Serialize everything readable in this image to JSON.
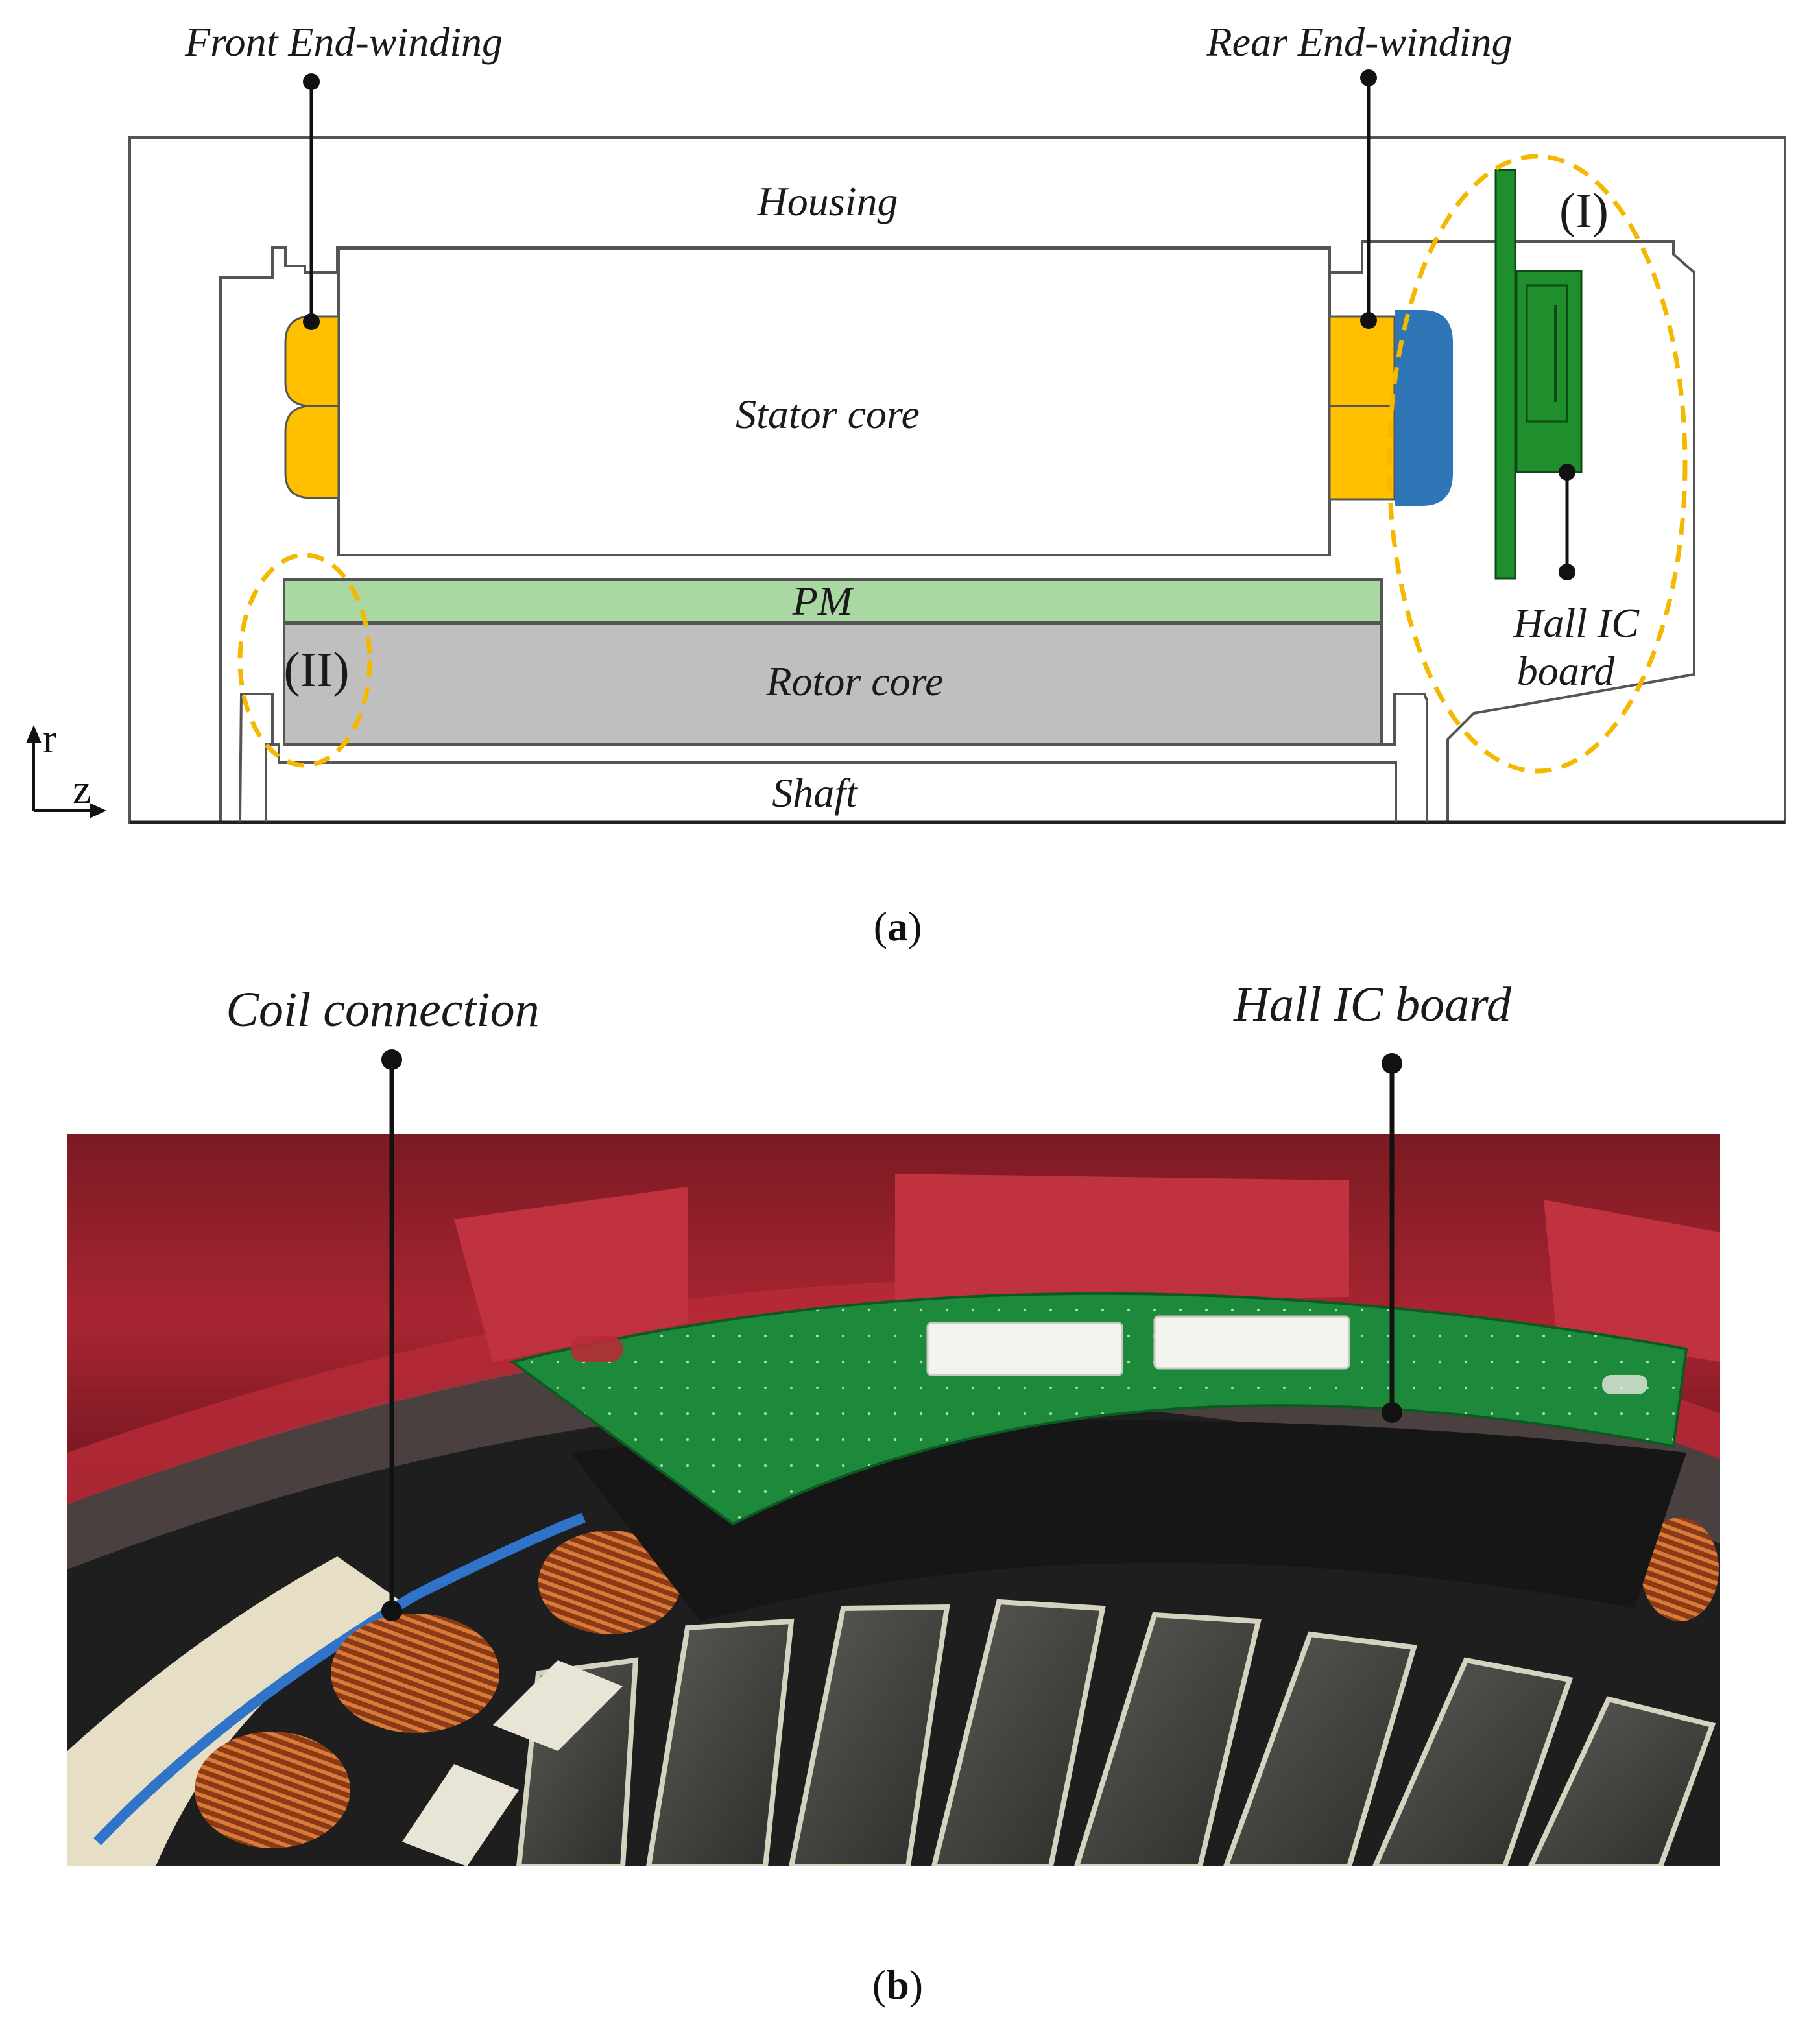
{
  "diagram": {
    "labels": {
      "front_end_winding": "Front End-winding",
      "rear_end_winding": "Rear End-winding",
      "housing": "Housing",
      "stator_core": "Stator core",
      "pm": "PM",
      "rotor_core": "Rotor core",
      "shaft": "Shaft",
      "hall_ic_board_line1": "Hall IC",
      "hall_ic_board_line2": "board",
      "region_one": "(I)",
      "region_two": "(II)",
      "axis_r": "r",
      "axis_z": "z"
    },
    "caption": {
      "open": "(",
      "letter": "a",
      "close": ")"
    },
    "colors": {
      "end_winding": "#ffc000",
      "end_cap": "#2e75b6",
      "hall_board": "#1f8f2e",
      "pm": "#a9d8a3",
      "rotor": "#bfbfbf",
      "dashed_region": "#f5b800"
    }
  },
  "photo": {
    "labels": {
      "coil_connection": "Coil connection",
      "hall_ic_board": "Hall IC board"
    },
    "caption": {
      "open": "(",
      "letter": "b",
      "close": ")"
    }
  }
}
